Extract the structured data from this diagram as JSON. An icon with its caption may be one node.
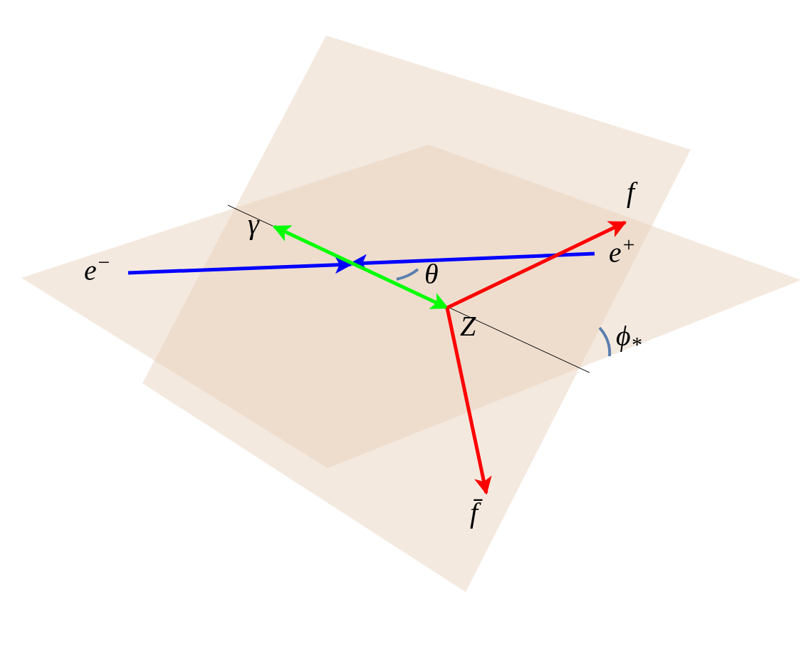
{
  "diagram": {
    "nodes": [
      {
        "text": [
          "e$^{−}$"
        ]
      },
      {
        "text": [
          "e$^{+}$"
        ]
      },
      {
        "text": [
          "γ"
        ]
      },
      {
        "text": [
          "f"
        ]
      },
      {
        "text": [
          "f̄"
        ]
      },
      {
        "text": [
          "Z"
        ]
      },
      {
        "text": [
          "θ"
        ]
      },
      {
        "text": [
          "ϕ$_{*}$"
        ]
      }
    ],
    "edges": [
      {
        "from": 0,
        "to": null,
        "arrow": "to",
        "color": "#0000ff"
      },
      {
        "from": 1,
        "to": null,
        "arrow": "to",
        "color": "#0000ff"
      },
      {
        "from": 5,
        "to": 2,
        "arrow": "both",
        "color": "#00ff00"
      },
      {
        "from": 5,
        "to": 3,
        "arrow": "to",
        "color": "#ff0000"
      },
      {
        "from": 5,
        "to": 4,
        "arrow": "to",
        "color": "#ff0000"
      }
    ]
  }
}
